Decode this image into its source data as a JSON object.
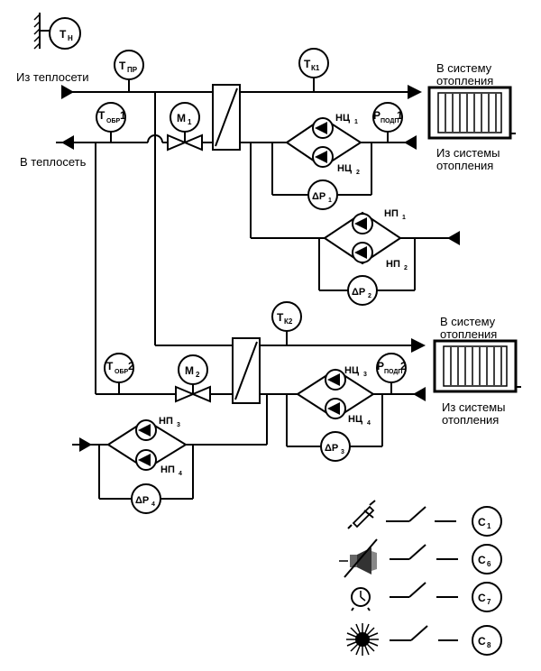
{
  "labels": {
    "from_network": "Из теплосети",
    "to_network": "В теплосеть",
    "to_system_1": [
      "В систему",
      "отопления"
    ],
    "from_system_1": [
      "Из системы",
      "отопления"
    ],
    "to_system_2": [
      "В систему",
      "отопления"
    ],
    "from_system_2": [
      "Из системы",
      "отопления"
    ]
  },
  "sensors": {
    "t_outdoor": {
      "main": "Т",
      "sub": "Н"
    },
    "t_supply": {
      "main": "Т",
      "sub": "ПР"
    },
    "t_return_1": {
      "main": "Т",
      "sub": "ОБР",
      "idx": "1"
    },
    "t_circuit_1": {
      "main": "Т",
      "sub": "К1"
    },
    "p_makeup_1": {
      "main": "Р",
      "sub": "ПОДП",
      "idx": "1"
    },
    "valve_1": {
      "main": "М",
      "sub": "1"
    },
    "dp_1": {
      "main": "ΔР",
      "sub": "1"
    },
    "dp_2": {
      "main": "ΔР",
      "sub": "2"
    },
    "t_circuit_2": {
      "main": "Т",
      "sub": "К2"
    },
    "t_return_2": {
      "main": "Т",
      "sub": "ОБР",
      "idx": "2"
    },
    "valve_2": {
      "main": "М",
      "sub": "2"
    },
    "p_makeup_2": {
      "main": "Р",
      "sub": "ПОДП",
      "idx": "2"
    },
    "dp_3": {
      "main": "ΔР",
      "sub": "3"
    },
    "dp_4": {
      "main": "ΔР",
      "sub": "4"
    }
  },
  "pumps": {
    "nc1": {
      "main": "НЦ",
      "sub": "1"
    },
    "nc2": {
      "main": "НЦ",
      "sub": "2"
    },
    "np1": {
      "main": "НП",
      "sub": "1"
    },
    "np2": {
      "main": "НП",
      "sub": "2"
    },
    "nc3": {
      "main": "НЦ",
      "sub": "3"
    },
    "nc4": {
      "main": "НЦ",
      "sub": "4"
    },
    "np3": {
      "main": "НП",
      "sub": "3"
    },
    "np4": {
      "main": "НП",
      "sub": "4"
    }
  },
  "signals": [
    {
      "icon": "leak-sensor-icon",
      "main": "С",
      "sub": "1"
    },
    {
      "icon": "siren-icon",
      "main": "С",
      "sub": "6"
    },
    {
      "icon": "clock-icon",
      "main": "С",
      "sub": "7"
    },
    {
      "icon": "light-icon",
      "main": "С",
      "sub": "8"
    }
  ]
}
